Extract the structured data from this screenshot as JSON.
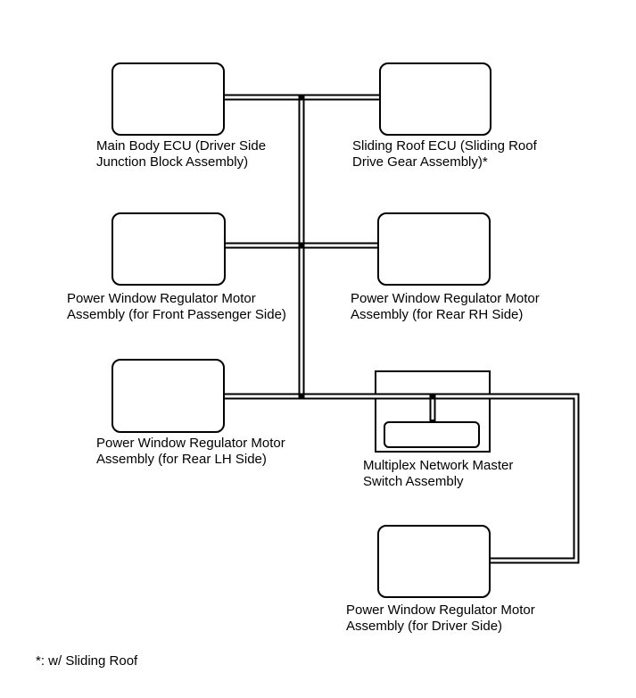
{
  "diagram": {
    "type": "wiring-network-diagram",
    "colors": {
      "line": "#000000",
      "background": "#ffffff",
      "text": "#000000"
    },
    "nodes": [
      {
        "id": "main-body-ecu",
        "label": "Main Body ECU (Driver Side\nJunction Block Assembly)"
      },
      {
        "id": "sliding-roof-ecu",
        "label": "Sliding Roof ECU (Sliding Roof\nDrive Gear Assembly)*"
      },
      {
        "id": "pw-front-passenger",
        "label": "Power Window Regulator Motor\nAssembly (for Front Passenger Side)"
      },
      {
        "id": "pw-rear-rh",
        "label": "Power Window Regulator Motor\nAssembly (for Rear RH Side)"
      },
      {
        "id": "pw-rear-lh",
        "label": "Power Window Regulator Motor\nAssembly (for Rear LH Side)"
      },
      {
        "id": "multiplex-master-switch",
        "label": "Multiplex Network Master\nSwitch Assembly"
      },
      {
        "id": "pw-driver",
        "label": "Power Window Regulator Motor\nAssembly (for Driver Side)"
      }
    ],
    "footnote": "*: w/ Sliding Roof"
  }
}
